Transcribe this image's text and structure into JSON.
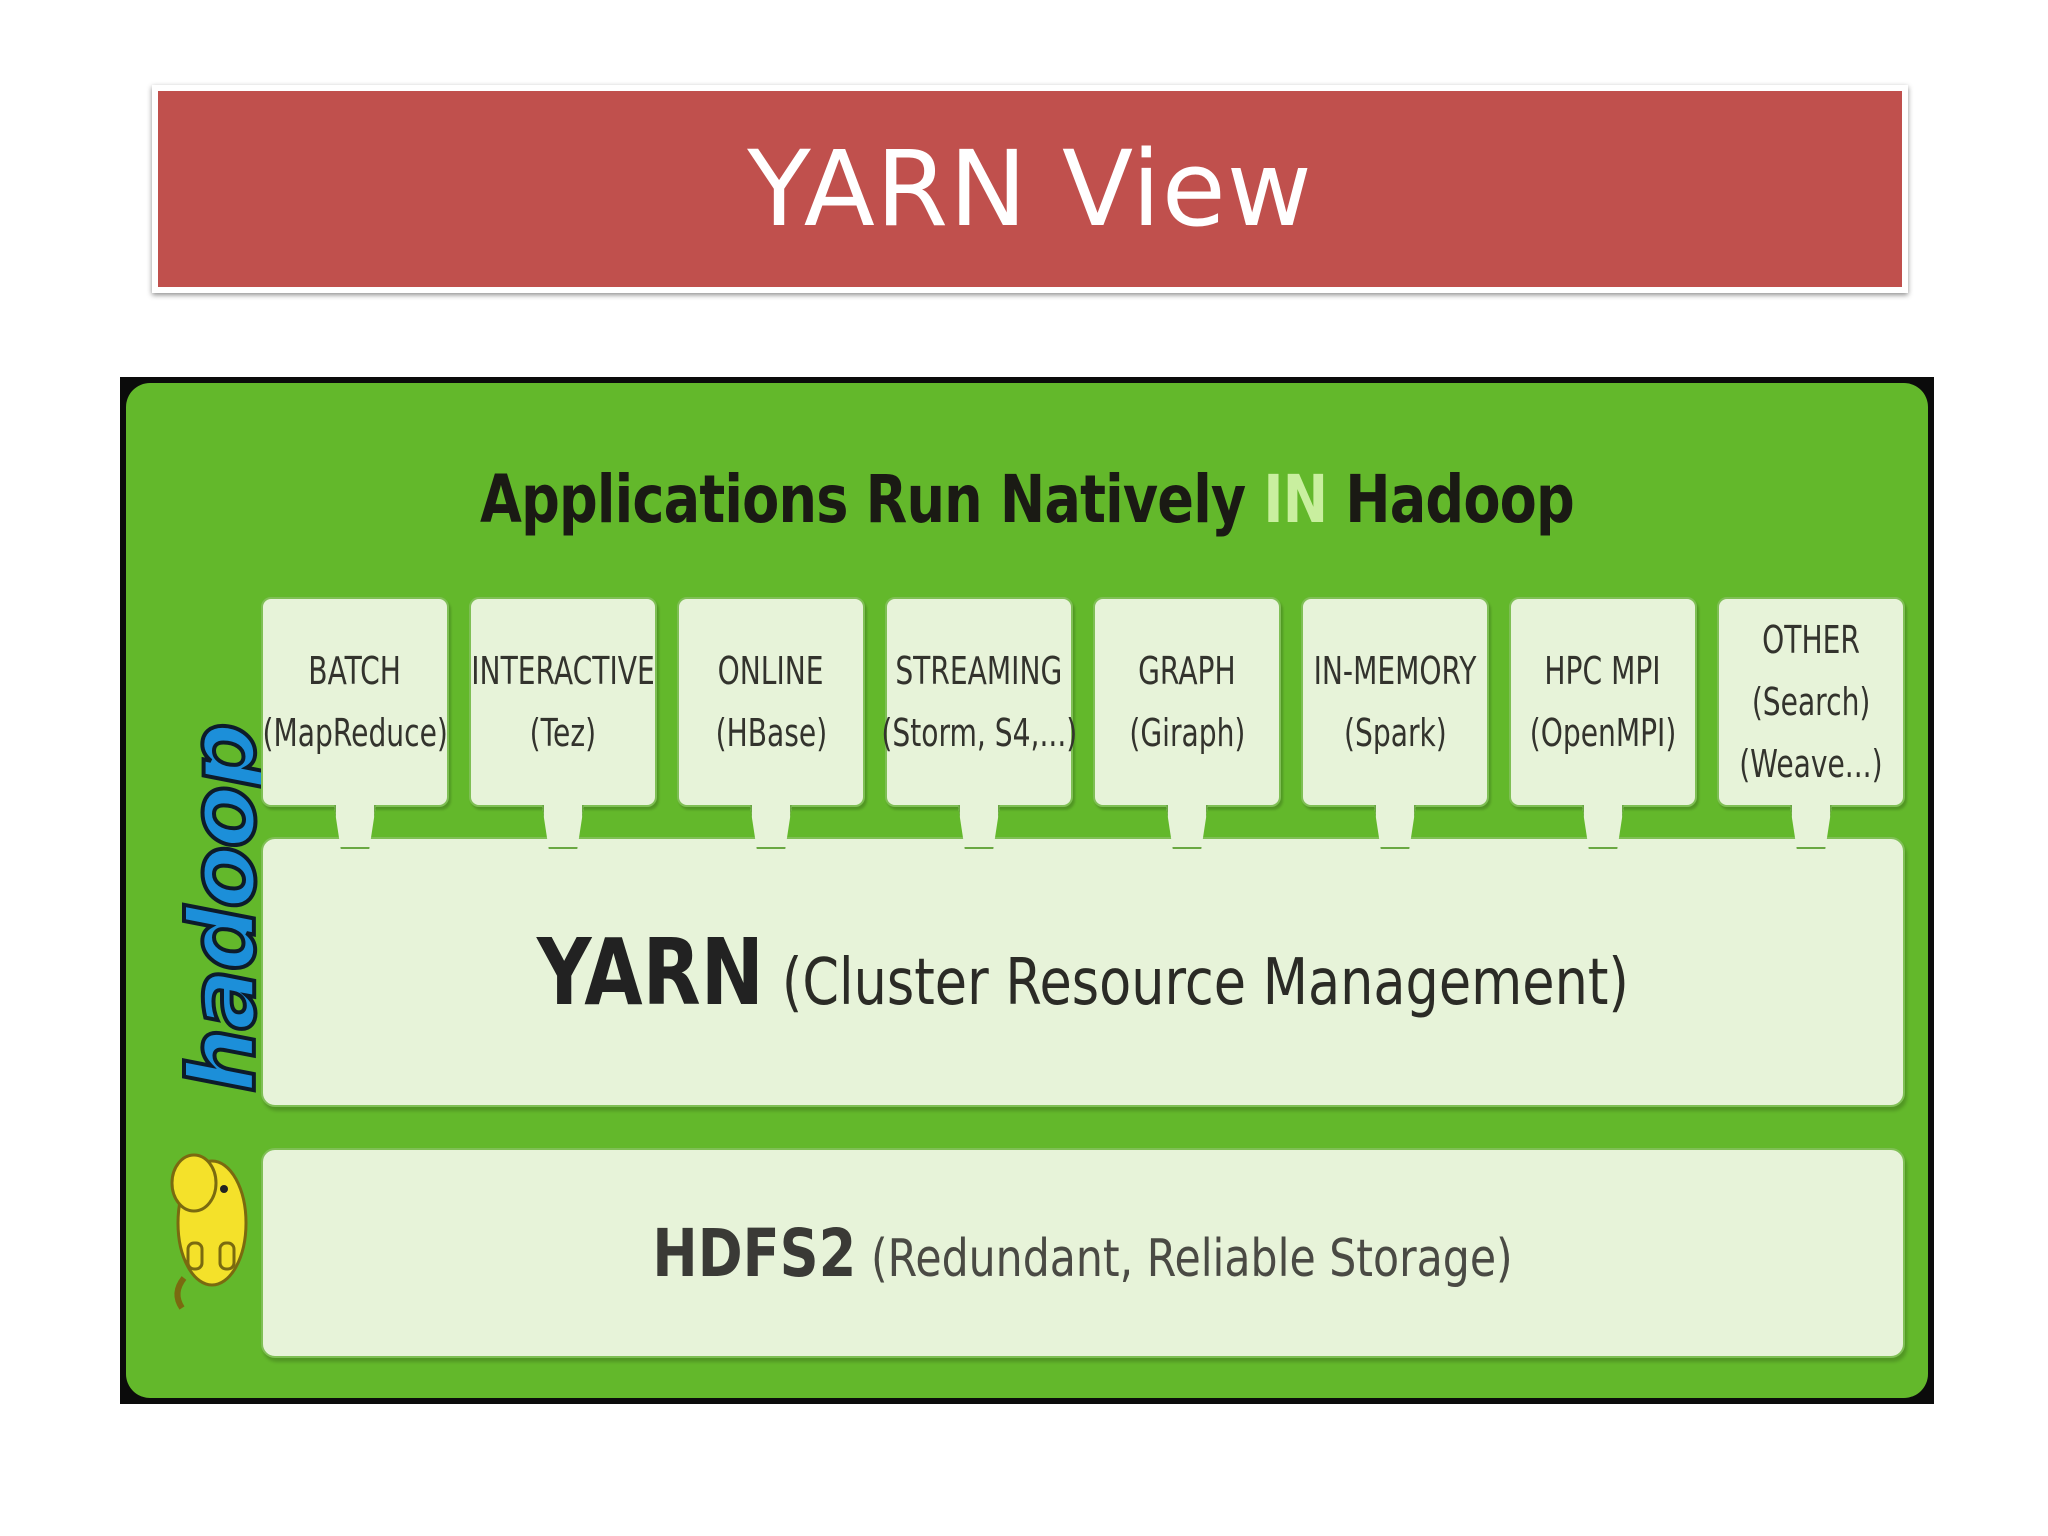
{
  "slide": {
    "title": "YARN View"
  },
  "diagram": {
    "heading_prefix": "Applications Run Natively ",
    "heading_emphasis": "IN",
    "heading_suffix": " Hadoop",
    "logo_text": "hadoop",
    "apps": [
      {
        "line1": "BATCH",
        "line2": "(MapReduce)",
        "line3": ""
      },
      {
        "line1": "INTERACTIVE",
        "line2": "(Tez)",
        "line3": ""
      },
      {
        "line1": "ONLINE",
        "line2": "(HBase)",
        "line3": ""
      },
      {
        "line1": "STREAMING",
        "line2": "(Storm, S4,...)",
        "line3": ""
      },
      {
        "line1": "GRAPH",
        "line2": "(Giraph)",
        "line3": ""
      },
      {
        "line1": "IN-MEMORY",
        "line2": "(Spark)",
        "line3": ""
      },
      {
        "line1": "HPC MPI",
        "line2": "(OpenMPI)",
        "line3": ""
      },
      {
        "line1": "OTHER",
        "line2": "(Search)",
        "line3": "(Weave...)"
      }
    ],
    "yarn_label": "YARN",
    "yarn_sub": "(Cluster Resource Management)",
    "hdfs_label": "HDFS2",
    "hdfs_sub": "(Redundant, Reliable Storage)",
    "colors": {
      "banner": "#c0504d",
      "panel_green": "#63b82b",
      "box_fill": "#e7f3d9",
      "logo_blue": "#1c8fd9",
      "logo_elephant": "#f4e12a"
    }
  }
}
